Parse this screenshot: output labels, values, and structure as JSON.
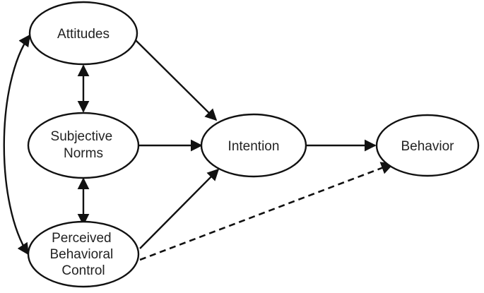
{
  "diagram": {
    "nodes": [
      {
        "id": "attitudes",
        "lines": [
          "Attitudes"
        ]
      },
      {
        "id": "subjective-norms",
        "lines": [
          "Subjective",
          "Norms"
        ]
      },
      {
        "id": "perceived-behavioral-control",
        "lines": [
          "Perceived",
          "Behavioral",
          "Control"
        ]
      },
      {
        "id": "intention",
        "lines": [
          "Intention"
        ]
      },
      {
        "id": "behavior",
        "lines": [
          "Behavior"
        ]
      }
    ],
    "edges": [
      {
        "from": "attitudes",
        "to": "intention",
        "style": "solid",
        "direction": "forward"
      },
      {
        "from": "subjective-norms",
        "to": "intention",
        "style": "solid",
        "direction": "forward"
      },
      {
        "from": "perceived-behavioral-control",
        "to": "intention",
        "style": "solid",
        "direction": "forward"
      },
      {
        "from": "intention",
        "to": "behavior",
        "style": "solid",
        "direction": "forward"
      },
      {
        "from": "perceived-behavioral-control",
        "to": "behavior",
        "style": "dashed",
        "direction": "forward"
      },
      {
        "from": "attitudes",
        "to": "subjective-norms",
        "style": "solid",
        "direction": "both"
      },
      {
        "from": "subjective-norms",
        "to": "perceived-behavioral-control",
        "style": "solid",
        "direction": "both"
      },
      {
        "from": "attitudes",
        "to": "perceived-behavioral-control",
        "style": "solid",
        "direction": "both",
        "shape": "curve-left"
      }
    ],
    "colors": {
      "stroke": "#111111",
      "fill": "#ffffff",
      "text": "#222222"
    }
  }
}
